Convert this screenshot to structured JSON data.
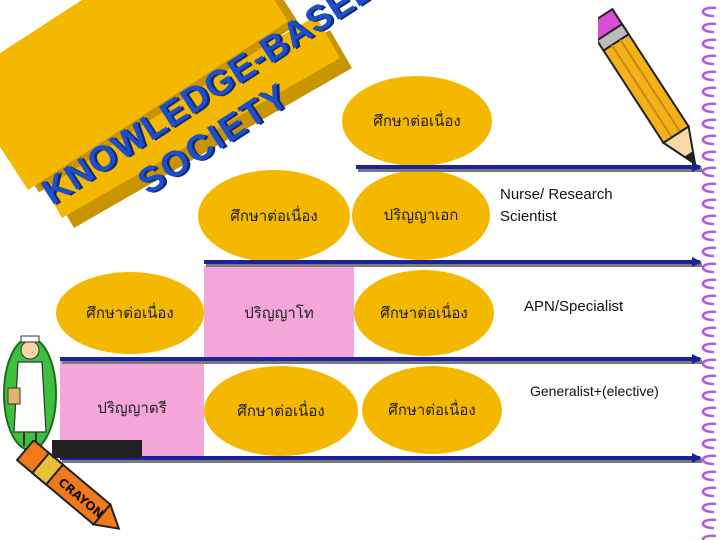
{
  "banner": {
    "line1": "KNOWLEDGE-BASED",
    "line2": "SOCIETY",
    "colors": {
      "background": "#f5b800",
      "shadow": "#c89400",
      "text": "#1e4fc8"
    }
  },
  "levels": [
    {
      "label": "ศึกษาต่อเนื่อง",
      "label_top": "ศึกษาต่อเนื่อง",
      "degree": "ปริญญาเอก",
      "side": "Nurse/ Research\nScientist"
    },
    {
      "degree": "ปริญญาโท",
      "cont": "ศึกษาต่อเนื่อง",
      "side": "APN/Specialist"
    },
    {
      "degree": "ปริญญาตรี",
      "cont": "ศึกษาต่อเนื่อง",
      "side": "Generalist+(elective)"
    }
  ],
  "texts": {
    "top_ellipse": "ศึกษาต่อเนื่อง",
    "row1_ellipse_left": "ศึกษาต่อเนื่อง",
    "row1_ellipse_right": "ปริญญาเอก",
    "row2_left_box": "ศึกษาต่อเนื่อง",
    "row2_mid_box": "ปริญญาโท",
    "row2_right_ellipse": "ศึกษาต่อเนื่อง",
    "row3_left_box": "ปริญญาตรี",
    "row3_mid_ellipse": "ศึกษาต่อเนื่อง",
    "row3_right_ellipse": "ศึกษาต่อเนื่อง",
    "side_1_line1": "Nurse/ Research",
    "side_1_line2": "Scientist",
    "side_2": "APN/Specialist",
    "side_3": "Generalist+(elective)"
  },
  "colors": {
    "ellipse": "#f5b800",
    "pink": "#f4a6d8",
    "arrow": "#1a22a0",
    "notebook_spiral": "#b05ad8"
  },
  "icons": [
    "nurse-clipart-icon",
    "pencil-icon",
    "crayon-icon"
  ]
}
